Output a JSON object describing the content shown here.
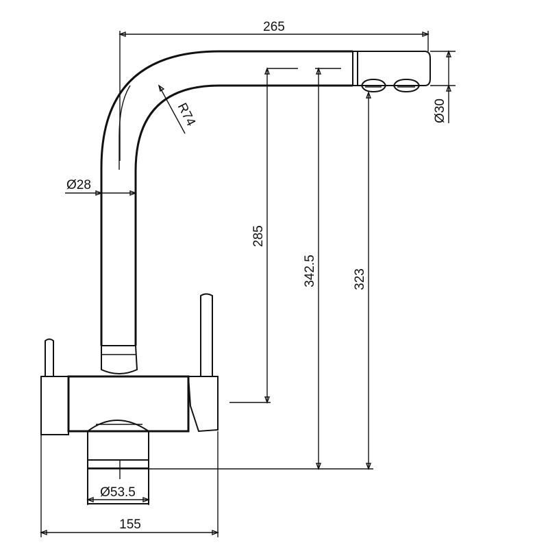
{
  "drawing": {
    "dimensions": {
      "spout_reach": "265",
      "spout_radius": "R74",
      "spout_diameter": "Ø28",
      "outlet_diameter": "Ø30",
      "height_285": "285",
      "height_342_5": "342.5",
      "height_323": "323",
      "base_diameter": "Ø53.5",
      "body_width": "155"
    },
    "line_color": "#111111",
    "background": "#ffffff"
  }
}
